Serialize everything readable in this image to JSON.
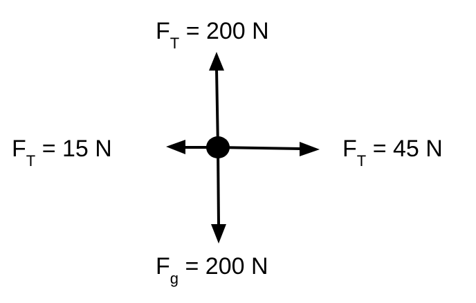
{
  "forces": {
    "up": {
      "symbol": "F",
      "subscript": "T",
      "value": "= 200 N"
    },
    "left": {
      "symbol": "F",
      "subscript": "T",
      "value": "= 15 N"
    },
    "right": {
      "symbol": "F",
      "subscript": "T",
      "value": "= 45 N"
    },
    "down": {
      "symbol": "F",
      "subscript": "g",
      "value": "= 200 N"
    }
  }
}
